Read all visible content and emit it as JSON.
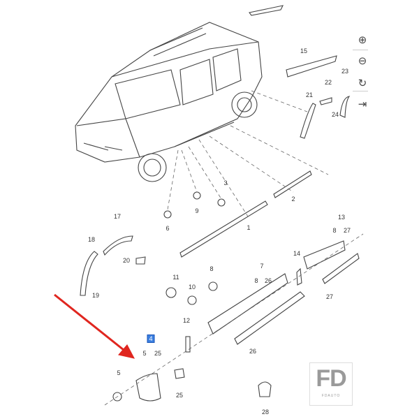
{
  "controls": {
    "zoom_in_icon": "zoom-in-icon",
    "zoom_out_icon": "zoom-out-icon",
    "reset_icon": "rotate-reset-icon",
    "collapse_icon": "arrow-to-right-icon",
    "zoom_in_glyph": "⊕",
    "zoom_out_glyph": "⊖",
    "reset_glyph": "↻",
    "collapse_glyph": "⇥"
  },
  "labels": [
    "15",
    "22",
    "23",
    "21",
    "24",
    "3",
    "2",
    "9",
    "6",
    "1",
    "17",
    "13",
    "8",
    "27",
    "18",
    "14",
    "20",
    "7",
    "8",
    "26",
    "8",
    "11",
    "10",
    "19",
    "27",
    "12",
    "4",
    "5",
    "25",
    "26",
    "5",
    "25",
    "28"
  ],
  "highlighted_label": "4",
  "logo": {
    "main": "FD",
    "sub": "FDAUTO"
  },
  "colors": {
    "highlight": "#3b7fe0",
    "arrow": "#e0261f"
  }
}
